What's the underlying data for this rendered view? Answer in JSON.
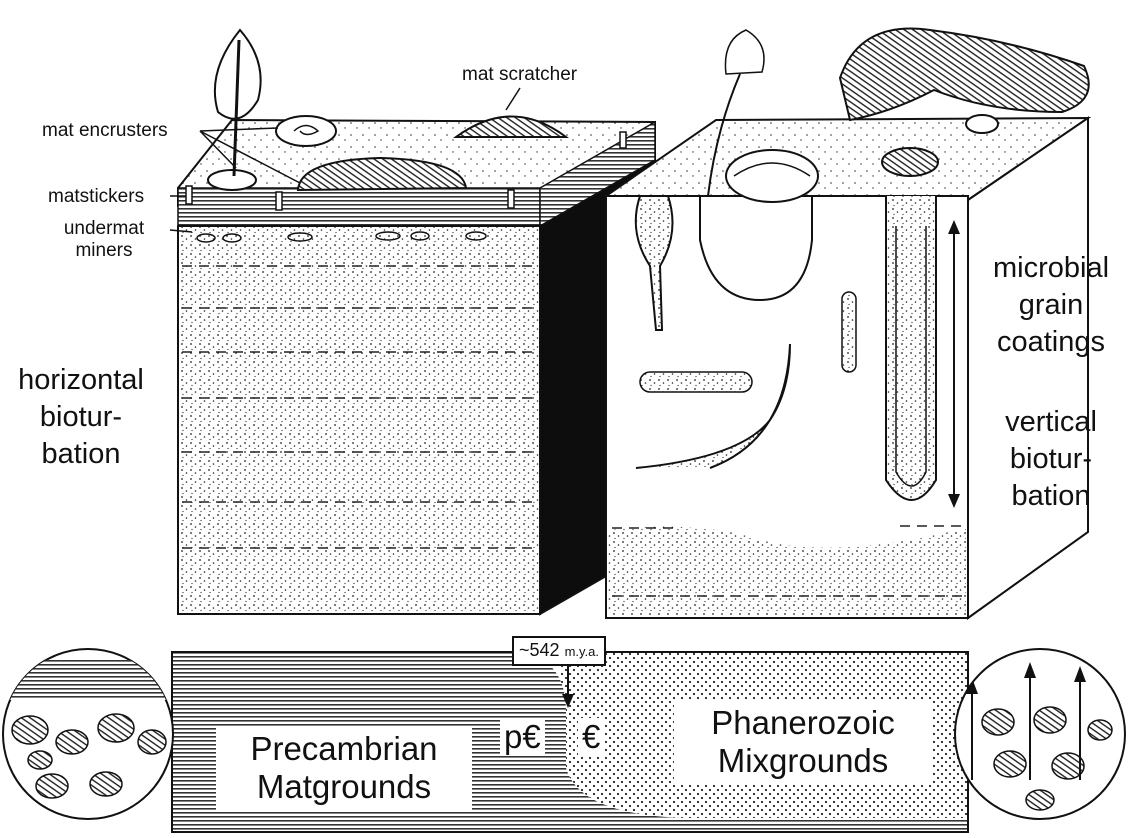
{
  "labels": {
    "mat_encrusters": "mat encrusters",
    "matstickers": "matstickers",
    "undermat_miners": "undermat\nminers",
    "mat_scratcher": "mat scratcher",
    "horizontal_bioturbation": "horizontal\nbiotur-\nbation",
    "microbial_grain_coatings": "microbial\ngrain\ncoatings",
    "vertical_bioturbation": "vertical\nbiotur-\nbation"
  },
  "timeline": {
    "date_value": "~542",
    "date_unit": "m.y.a.",
    "precambrian": "Precambrian\nMatgrounds",
    "phanerozoic": "Phanerozoic\nMixgrounds",
    "precambrian_symbol": "p€",
    "cambrian_symbol": "€"
  }
}
